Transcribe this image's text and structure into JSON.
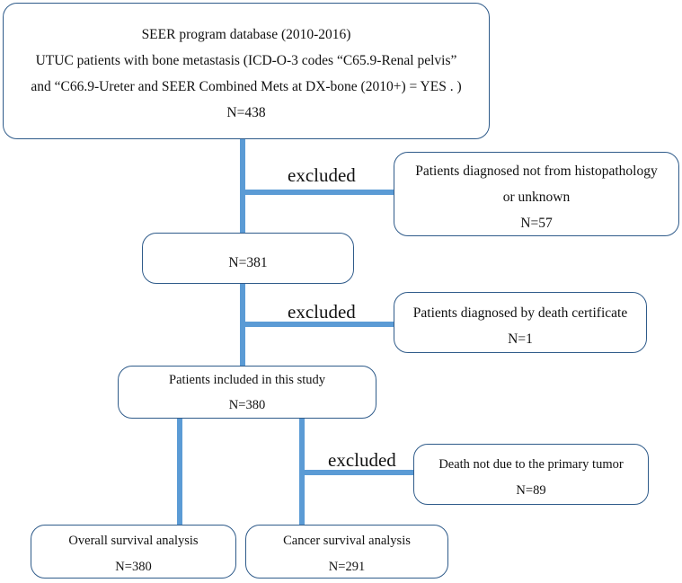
{
  "top_box": {
    "line1": "SEER program database (2010-2016)",
    "line2": "UTUC patients with bone metastasis (ICD-O-3 codes “C65.9-Renal pelvis”",
    "line3": "and “C66.9-Ureter and SEER Combined Mets at DX-bone (2010+)  = YES . )",
    "count": "N=438"
  },
  "exclude1": {
    "label": "excluded",
    "line1": "Patients diagnosed not from histopathology",
    "line2": "or unknown",
    "count": "N=57"
  },
  "box_381": {
    "count": "N=381"
  },
  "exclude2": {
    "label": "excluded",
    "line1": "Patients diagnosed by death certificate",
    "count": "N=1"
  },
  "included": {
    "line1": "Patients included in this study",
    "count": "N=380"
  },
  "exclude3": {
    "label": "excluded",
    "line1": "Death not due to the primary tumor",
    "count": "N=89"
  },
  "overall": {
    "line1": "Overall survival  analysis",
    "count": "N=380"
  },
  "cancer": {
    "line1": "Cancer survival  analysis",
    "count": "N=291"
  },
  "colors": {
    "connector": "#5b9bd5",
    "border": "#2f5b8a"
  }
}
